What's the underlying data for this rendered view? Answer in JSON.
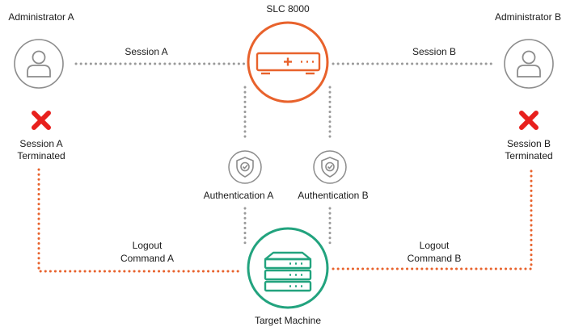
{
  "nodes": {
    "admin_a": {
      "label": "Administrator A",
      "icon": "user-icon"
    },
    "admin_b": {
      "label": "Administrator B",
      "icon": "user-icon"
    },
    "slc": {
      "label": "SLC 8000",
      "icon": "console-server-icon"
    },
    "target": {
      "label": "Target Machine",
      "icon": "server-stack-icon"
    }
  },
  "links": {
    "session_a": "Session A",
    "session_b": "Session B",
    "auth_a": "Authentication A",
    "auth_b": "Authentication B",
    "logout_a": [
      "Logout",
      "Command A"
    ],
    "logout_b": [
      "Logout",
      "Command B"
    ]
  },
  "status": {
    "terminated_a": [
      "Session A",
      "Terminated"
    ],
    "terminated_b": [
      "Session B",
      "Terminated"
    ],
    "icon": "x-mark-icon"
  },
  "colors": {
    "slc": "#e8622c",
    "target": "#22a37e",
    "terminated": "#e8201d",
    "logout_line": "#e8622c",
    "session_line": "#9a9a9a",
    "user_icon": "#8c8c8c"
  }
}
